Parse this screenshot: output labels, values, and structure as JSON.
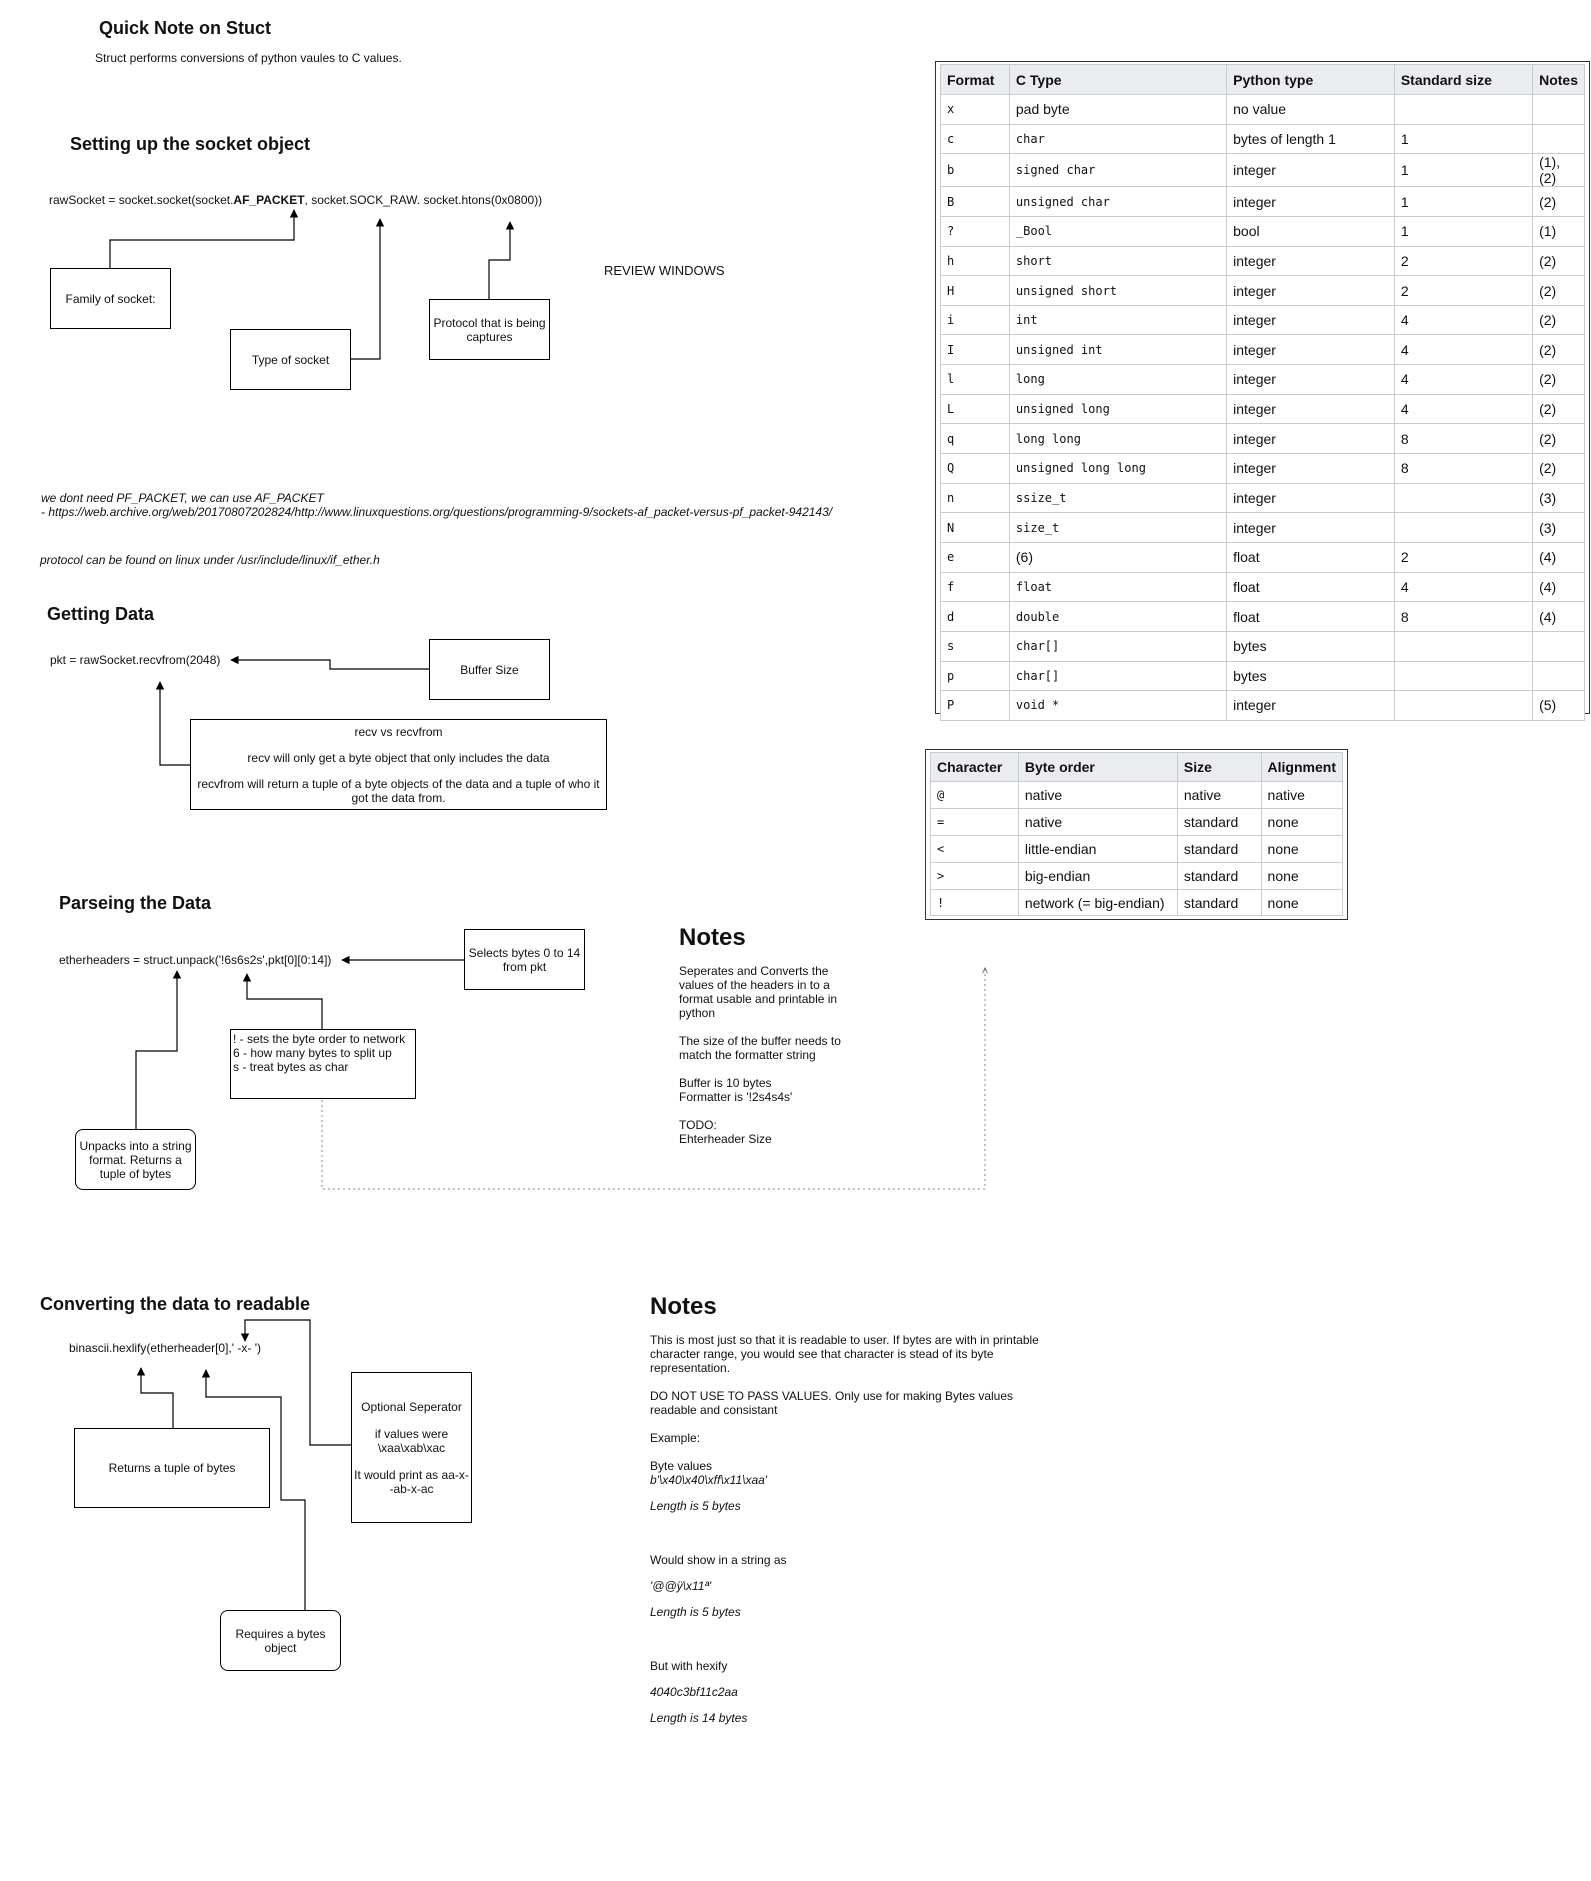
{
  "quick_note": {
    "title": "Quick Note on Stuct",
    "body": "Struct performs conversions of python vaules to C values."
  },
  "socket_setup": {
    "title": "Setting up the socket object",
    "code_prefix": "rawSocket = socket.socket(socket.",
    "code_bold": "AF_PACKET",
    "code_suffix": ", socket.SOCK_RAW. socket.htons(0x0800))",
    "box_family": "Family of socket:",
    "box_type": "Type of socket",
    "box_protocol": "Protocol that is being captures",
    "review_label": "REVIEW WINDOWS"
  },
  "notes_pf": {
    "line1": "we dont need PF_PACKET, we can use AF_PACKET",
    "line2": " - https://web.archive.org/web/20170807202824/http://www.linuxquestions.org/questions/programming-9/sockets-af_packet-versus-pf_packet-942143/",
    "line3": "protocol can be found on linux under /usr/include/linux/if_ether.h"
  },
  "getting_data": {
    "title": "Getting Data",
    "code": "pkt = rawSocket.recvfrom(2048)",
    "box_buffer": "Buffer Size",
    "recv_title": "recv vs recvfrom",
    "recv_line1": "recv will only get a byte object that only includes the data",
    "recv_line2": "recvfrom will return a tuple of a byte objects of the data and a tuple of who it got the data from."
  },
  "parsing": {
    "title": "Parseing the Data",
    "code": "etherheaders = struct.unpack('!6s6s2s',pkt[0][0:14])",
    "box_selects": "Selects bytes 0 to 14 from pkt",
    "box_format_line1": "! - sets the byte order to network",
    "box_format_line2": "6 - how many bytes to split up",
    "box_format_line3": "s - treat bytes as char",
    "box_unpacks": "Unpacks into a string format. Returns a tuple of bytes",
    "notes_title": "Notes",
    "notes_p1": "Seperates and Converts the values of the headers in to a format usable and printable in python",
    "notes_p2": "The size of the buffer needs to match the formatter string",
    "notes_p3a": "Buffer is 10 bytes",
    "notes_p3b": "Formatter is '!2s4s4s'",
    "notes_p4a": "TODO:",
    "notes_p4b": "Ehterheader Size"
  },
  "converting": {
    "title": "Converting the data to readable",
    "code": "binascii.hexlify(etherheader[0],' -x- ')",
    "box_returns": "Returns a tuple of bytes",
    "box_sep_line1": "Optional Seperator",
    "box_sep_line2": "if values were \\xaa\\xab\\xac",
    "box_sep_line3": "It would print as aa-x--ab-x-ac",
    "box_requires": "Requires a bytes object",
    "notes_title": "Notes",
    "notes_p1": "This is most just so that it is readable to user. If bytes are with in printable character range, you would see that character is stead of its byte representation.",
    "notes_p2": "DO NOT USE TO PASS VALUES.  Only use for making Bytes values readable and consistant",
    "notes_p3": "Example:",
    "notes_p4a": "Byte values",
    "notes_p4b": "b'\\x40\\x40\\xff\\x11\\xaa'",
    "notes_p4c": "Length is 5 bytes",
    "notes_p5": "Would show in a string as",
    "notes_p6": "'@@ÿ\\x11ª'",
    "notes_p7": "Length is 5 bytes",
    "notes_p8": "But with hexify",
    "notes_p9": "4040c3bf11c2aa",
    "notes_p10": "Length is 14 bytes"
  },
  "format_table": {
    "headers": [
      "Format",
      "C Type",
      "Python type",
      "Standard size",
      "Notes"
    ],
    "rows": [
      [
        "x",
        "pad byte",
        "no value",
        "",
        ""
      ],
      [
        "c",
        "char",
        "bytes of length 1",
        "1",
        ""
      ],
      [
        "b",
        "signed char",
        "integer",
        "1",
        "(1), (2)"
      ],
      [
        "B",
        "unsigned char",
        "integer",
        "1",
        "(2)"
      ],
      [
        "?",
        "_Bool",
        "bool",
        "1",
        "(1)"
      ],
      [
        "h",
        "short",
        "integer",
        "2",
        "(2)"
      ],
      [
        "H",
        "unsigned short",
        "integer",
        "2",
        "(2)"
      ],
      [
        "i",
        "int",
        "integer",
        "4",
        "(2)"
      ],
      [
        "I",
        "unsigned int",
        "integer",
        "4",
        "(2)"
      ],
      [
        "l",
        "long",
        "integer",
        "4",
        "(2)"
      ],
      [
        "L",
        "unsigned long",
        "integer",
        "4",
        "(2)"
      ],
      [
        "q",
        "long long",
        "integer",
        "8",
        "(2)"
      ],
      [
        "Q",
        "unsigned long long",
        "integer",
        "8",
        "(2)"
      ],
      [
        "n",
        "ssize_t",
        "integer",
        "",
        "(3)"
      ],
      [
        "N",
        "size_t",
        "integer",
        "",
        "(3)"
      ],
      [
        "e",
        "(6)",
        "float",
        "2",
        "(4)"
      ],
      [
        "f",
        "float",
        "float",
        "4",
        "(4)"
      ],
      [
        "d",
        "double",
        "float",
        "8",
        "(4)"
      ],
      [
        "s",
        "char[]",
        "bytes",
        "",
        ""
      ],
      [
        "p",
        "char[]",
        "bytes",
        "",
        ""
      ],
      [
        "P",
        "void *",
        "integer",
        "",
        "(5)"
      ]
    ]
  },
  "byteorder_table": {
    "headers": [
      "Character",
      "Byte order",
      "Size",
      "Alignment"
    ],
    "rows": [
      [
        "@",
        "native",
        "native",
        "native"
      ],
      [
        "=",
        "native",
        "standard",
        "none"
      ],
      [
        "<",
        "little-endian",
        "standard",
        "none"
      ],
      [
        ">",
        "big-endian",
        "standard",
        "none"
      ],
      [
        "!",
        "network (= big-endian)",
        "standard",
        "none"
      ]
    ]
  }
}
